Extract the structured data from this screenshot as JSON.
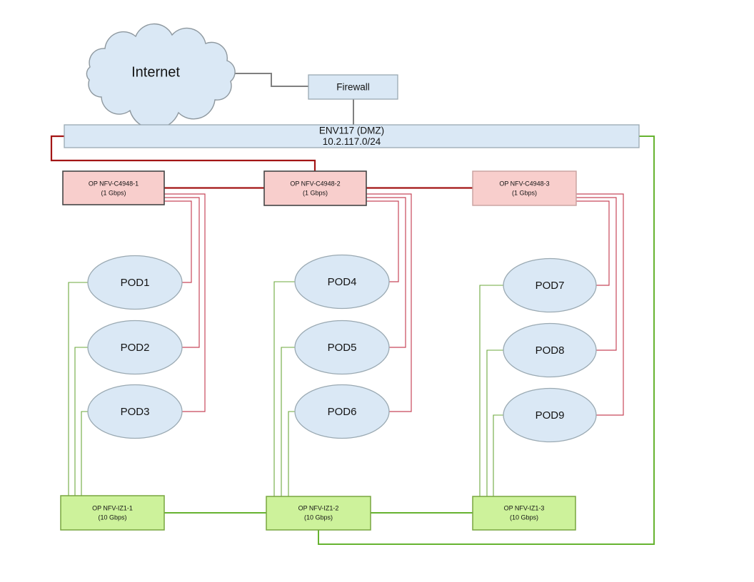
{
  "diagram": {
    "internet": {
      "label": "Internet"
    },
    "firewall": {
      "label": "Firewall"
    },
    "dmz": {
      "label": "ENV117 (DMZ)",
      "subnet": "10.2.117.0/24"
    },
    "access_switches": [
      {
        "label": "OP NFV-C4948-1",
        "speed": "(1 Gbps)"
      },
      {
        "label": "OP NFV-C4948-2",
        "speed": "(1 Gbps)"
      },
      {
        "label": "OP NFV-C4948-3",
        "speed": "(1 Gbps)"
      }
    ],
    "pods": [
      {
        "label": "POD1"
      },
      {
        "label": "POD2"
      },
      {
        "label": "POD3"
      },
      {
        "label": "POD4"
      },
      {
        "label": "POD5"
      },
      {
        "label": "POD6"
      },
      {
        "label": "POD7"
      },
      {
        "label": "POD8"
      },
      {
        "label": "POD9"
      }
    ],
    "core_switches": [
      {
        "label": "OP NFV-IZ1-1",
        "speed": "(10 Gbps)"
      },
      {
        "label": "OP NFV-IZ1-2",
        "speed": "(10 Gbps)"
      },
      {
        "label": "OP NFV-IZ1-3",
        "speed": "(10 Gbps)"
      }
    ],
    "colors": {
      "node_fill_blue": "#dae8f5",
      "node_stroke_blue": "#9aa9b2",
      "access_switch_fill": "#f8cecc",
      "access_switch_stroke_dark": "#454545",
      "access_switch_stroke_light": "#c8a09e",
      "core_switch_fill": "#cdf29b",
      "core_switch_stroke": "#79a640",
      "link_gray": "#808080",
      "link_dark_red": "#a31515",
      "link_red": "#c8485a",
      "link_green": "#66b330"
    }
  }
}
